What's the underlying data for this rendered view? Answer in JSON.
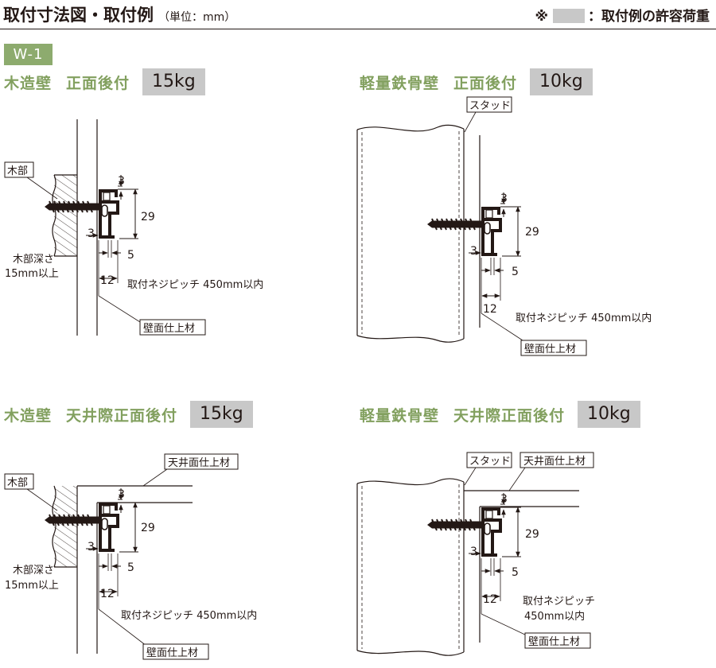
{
  "header": {
    "title": "取付寸法図・取付例",
    "unit": "（単位：mm）",
    "legend_symbol": "※",
    "legend_text": "：取付例の許容荷重"
  },
  "model": "W-1",
  "colors": {
    "accent_green": "#8dab6e",
    "title_green": "#82a05f",
    "load_gray": "#c8c8c8",
    "line": "#231815"
  },
  "panels": [
    {
      "id": "p1",
      "title_a": "木造壁",
      "title_b": "正面後付",
      "load": "15kg",
      "callouts": {
        "wood": "木部",
        "wall": "壁面仕上材",
        "depth_1": "木部深さ",
        "depth_2": "15mm以上"
      },
      "dims": {
        "top": "3",
        "height": "29",
        "bottom": "3",
        "inner": "5",
        "width": "12"
      },
      "pitch": "取付ネジピッチ 450mm以内"
    },
    {
      "id": "p2",
      "title_a": "軽量鉄骨壁",
      "title_b": "正面後付",
      "load": "10kg",
      "callouts": {
        "stud": "スタッド",
        "wall": "壁面仕上材"
      },
      "dims": {
        "top": "3",
        "height": "29",
        "bottom": "3",
        "inner": "5",
        "width": "12"
      },
      "pitch": "取付ネジピッチ 450mm以内"
    },
    {
      "id": "p3",
      "title_a": "木造壁",
      "title_b": "天井際正面後付",
      "load": "15kg",
      "callouts": {
        "wood": "木部",
        "ceiling": "天井面仕上材",
        "wall": "壁面仕上材",
        "depth_1": "木部深さ",
        "depth_2": "15mm以上"
      },
      "dims": {
        "top": "3",
        "height": "29",
        "bottom": "3",
        "inner": "5",
        "width": "12"
      },
      "pitch": "取付ネジピッチ 450mm以内"
    },
    {
      "id": "p4",
      "title_a": "軽量鉄骨壁",
      "title_b": "天井際正面後付",
      "load": "10kg",
      "callouts": {
        "stud": "スタッド",
        "ceiling": "天井面仕上材",
        "wall": "壁面仕上材"
      },
      "dims": {
        "top": "3",
        "height": "29",
        "bottom": "3",
        "inner": "5",
        "width": "12"
      },
      "pitch_1": "取付ネジピッチ",
      "pitch_2": "450mm以内"
    }
  ]
}
